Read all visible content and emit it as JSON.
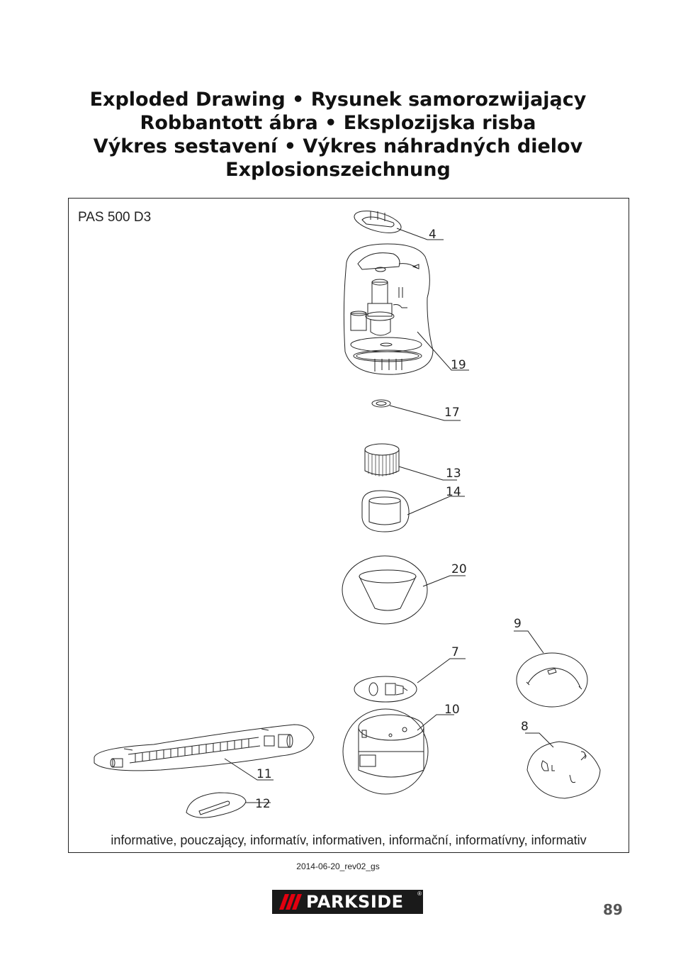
{
  "title_lines": [
    "Exploded Drawing • Rysunek samorozwijający",
    "Robbantott ábra • Eksplozijska risba",
    "Výkres sestavení • Výkres náhradných dielov",
    "Explosionszeichnung"
  ],
  "model": "PAS 500 D3",
  "part_labels": {
    "p4": "4",
    "p19": "19",
    "p17": "17",
    "p13": "13",
    "p14": "14",
    "p20": "20",
    "p9": "9",
    "p7": "7",
    "p10": "10",
    "p8": "8",
    "p11": "11",
    "p12": "12"
  },
  "footnote": "informative, pouczający, informatív, informativen, informační, informatívny, informativ",
  "revision": "2014-06-20_rev02_gs",
  "brand": "PARKSIDE",
  "brand_reg": "®",
  "brand_icon": "parkside-stripes-icon",
  "page_number": "89"
}
